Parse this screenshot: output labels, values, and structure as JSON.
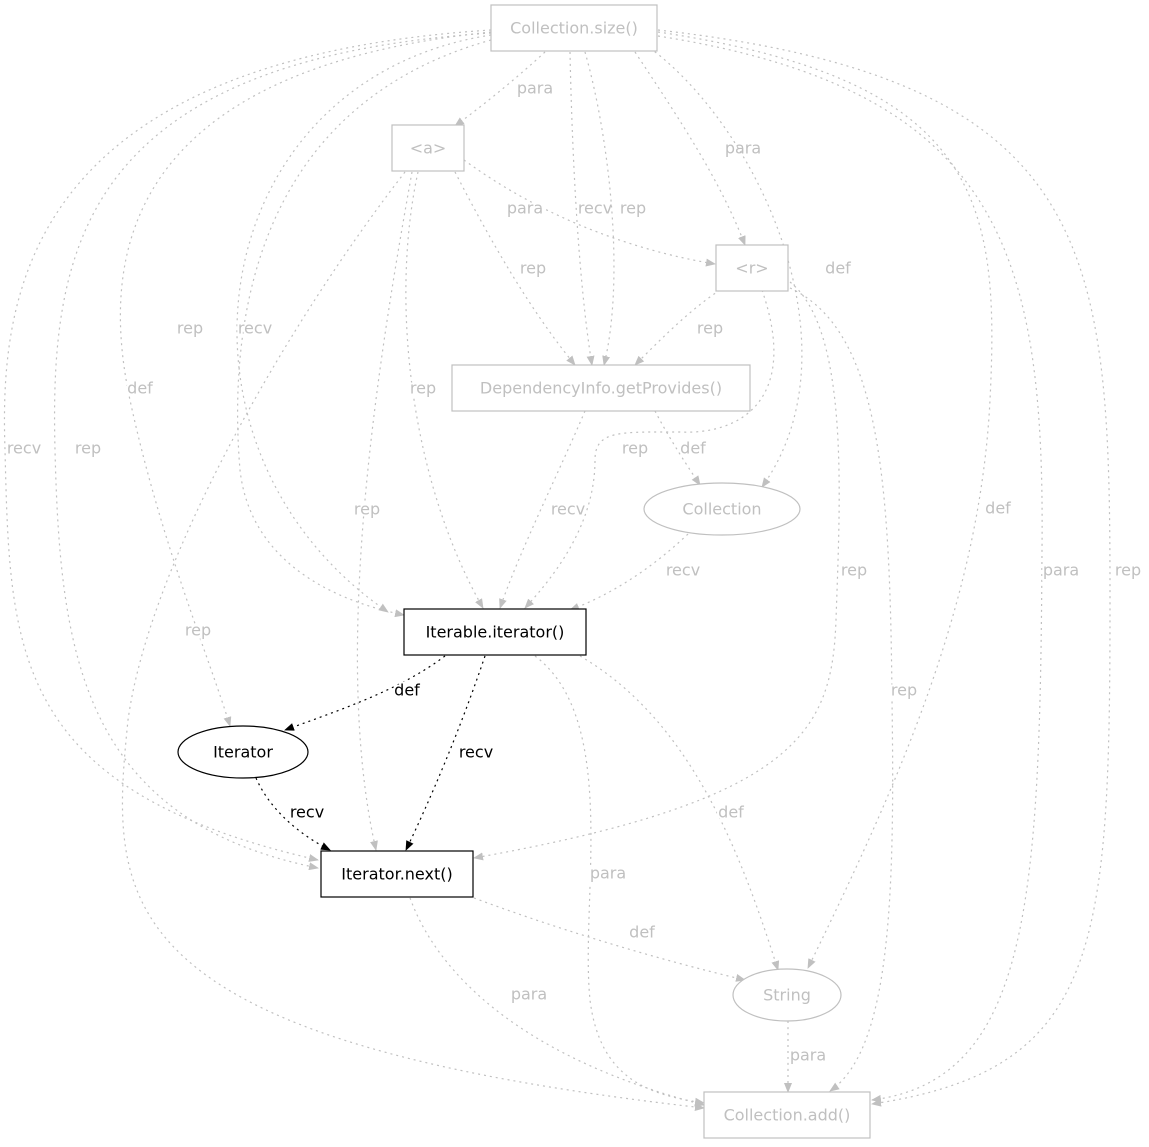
{
  "colors": {
    "active": "#000000",
    "inactive": "#c0c0c0",
    "background": "#ffffff"
  },
  "nodes": {
    "collection_size": {
      "label": "Collection.size()",
      "shape": "box",
      "active": false
    },
    "a": {
      "label": "<a>",
      "shape": "box",
      "active": false
    },
    "r": {
      "label": "<r>",
      "shape": "box",
      "active": false
    },
    "get_provides": {
      "label": "DependencyInfo.getProvides()",
      "shape": "box",
      "active": false
    },
    "collection": {
      "label": "Collection",
      "shape": "ellipse",
      "active": false
    },
    "iterable_iterator": {
      "label": "Iterable.iterator()",
      "shape": "box",
      "active": true
    },
    "iterator": {
      "label": "Iterator",
      "shape": "ellipse",
      "active": true
    },
    "iterator_next": {
      "label": "Iterator.next()",
      "shape": "box",
      "active": true
    },
    "string": {
      "label": "String",
      "shape": "ellipse",
      "active": false
    },
    "collection_add": {
      "label": "Collection.add()",
      "shape": "box",
      "active": false
    }
  },
  "edges": [
    {
      "id": "size_a_para",
      "from": "collection_size",
      "to": "a",
      "label": "para",
      "active": false
    },
    {
      "id": "size_r_para",
      "from": "collection_size",
      "to": "r",
      "label": "para",
      "active": false
    },
    {
      "id": "size_gp_recv",
      "from": "collection_size",
      "to": "get_provides",
      "label": "recv",
      "active": false
    },
    {
      "id": "size_gp_rep",
      "from": "collection_size",
      "to": "get_provides",
      "label": "rep",
      "active": false
    },
    {
      "id": "size_coll_def",
      "from": "collection_size",
      "to": "collection",
      "label": "def",
      "active": false
    },
    {
      "id": "size_iter_rep",
      "from": "collection_size",
      "to": "iterable_iterator",
      "label": "rep",
      "active": false
    },
    {
      "id": "size_iter_recv",
      "from": "collection_size",
      "to": "iterable_iterator",
      "label": "recv",
      "active": false
    },
    {
      "id": "size_iterator_def",
      "from": "collection_size",
      "to": "iterator",
      "label": "def",
      "active": false
    },
    {
      "id": "size_next_recv",
      "from": "collection_size",
      "to": "iterator_next",
      "label": "recv",
      "active": false
    },
    {
      "id": "size_next_rep",
      "from": "collection_size",
      "to": "iterator_next",
      "label": "rep",
      "active": false
    },
    {
      "id": "size_string_def",
      "from": "collection_size",
      "to": "string",
      "label": "def",
      "active": false
    },
    {
      "id": "size_add_para",
      "from": "collection_size",
      "to": "collection_add",
      "label": "para",
      "active": false
    },
    {
      "id": "size_add_rep",
      "from": "collection_size",
      "to": "collection_add",
      "label": "rep",
      "active": false
    },
    {
      "id": "a_r_para",
      "from": "a",
      "to": "r",
      "label": "para",
      "active": false
    },
    {
      "id": "a_gp_rep",
      "from": "a",
      "to": "get_provides",
      "label": "rep",
      "active": false
    },
    {
      "id": "a_iter_rep",
      "from": "a",
      "to": "iterable_iterator",
      "label": "rep",
      "active": false
    },
    {
      "id": "a_next_rep",
      "from": "a",
      "to": "iterator_next",
      "label": "rep",
      "active": false
    },
    {
      "id": "a_add_rep",
      "from": "a",
      "to": "collection_add",
      "label": "rep",
      "active": false
    },
    {
      "id": "r_gp_rep",
      "from": "r",
      "to": "get_provides",
      "label": "rep",
      "active": false
    },
    {
      "id": "r_iter_rep",
      "from": "r",
      "to": "iterable_iterator",
      "label": "rep",
      "active": false
    },
    {
      "id": "r_next_rep",
      "from": "r",
      "to": "iterator_next",
      "label": "rep",
      "active": false
    },
    {
      "id": "r_add_rep",
      "from": "r",
      "to": "collection_add",
      "label": "rep",
      "active": false
    },
    {
      "id": "gp_iter_recv",
      "from": "get_provides",
      "to": "iterable_iterator",
      "label": "recv",
      "active": false
    },
    {
      "id": "gp_coll_def",
      "from": "get_provides",
      "to": "collection",
      "label": "def",
      "active": false
    },
    {
      "id": "coll_iter_recv",
      "from": "collection",
      "to": "iterable_iterator",
      "label": "recv",
      "active": false
    },
    {
      "id": "iter_iterator_def",
      "from": "iterable_iterator",
      "to": "iterator",
      "label": "def",
      "active": true
    },
    {
      "id": "iter_next_recv",
      "from": "iterable_iterator",
      "to": "iterator_next",
      "label": "recv",
      "active": true
    },
    {
      "id": "iter_string_def",
      "from": "iterable_iterator",
      "to": "string",
      "label": "def",
      "active": false
    },
    {
      "id": "iter_add_para",
      "from": "iterable_iterator",
      "to": "collection_add",
      "label": "para",
      "active": false
    },
    {
      "id": "iterator_next_recv",
      "from": "iterator",
      "to": "iterator_next",
      "label": "recv",
      "active": true
    },
    {
      "id": "next_string_def",
      "from": "iterator_next",
      "to": "string",
      "label": "def",
      "active": false
    },
    {
      "id": "next_add_para",
      "from": "iterator_next",
      "to": "collection_add",
      "label": "para",
      "active": false
    },
    {
      "id": "string_add_para",
      "from": "string",
      "to": "collection_add",
      "label": "para",
      "active": false
    }
  ]
}
